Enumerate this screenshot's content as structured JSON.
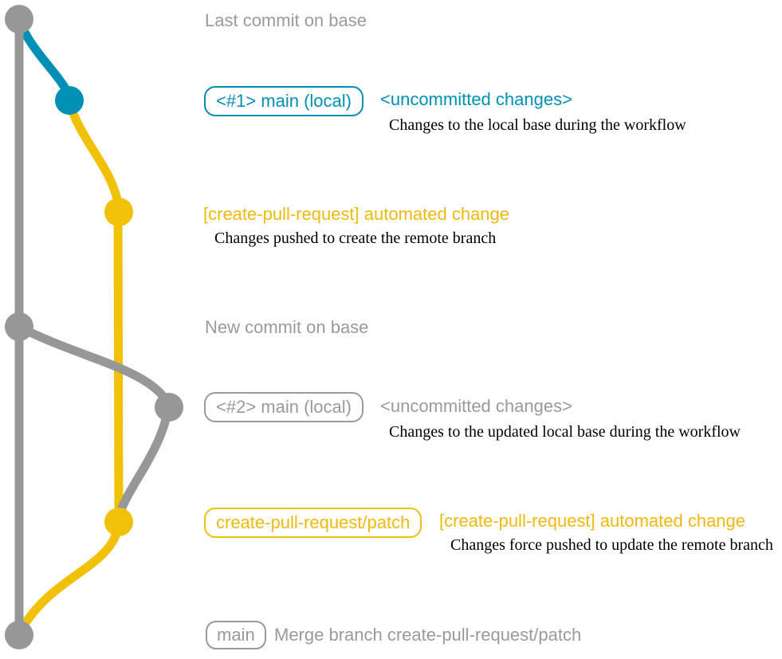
{
  "colors": {
    "base_gray": "#979797",
    "blue": "#008fb5",
    "yellow": "#f1c109",
    "label_gray": "#9a9a9a",
    "desc_black": "#000000",
    "background": "#ffffff"
  },
  "diagram": {
    "rows": {
      "last_commit": {
        "label": "Last commit on base"
      },
      "local_1": {
        "badge": "<#1> main (local)",
        "title": "<uncommitted changes>",
        "desc": "Changes to the local base during the workflow"
      },
      "push_1": {
        "title": "[create-pull-request] automated change",
        "desc": "Changes pushed to create the remote branch"
      },
      "new_commit": {
        "label": "New commit on base"
      },
      "local_2": {
        "badge": "<#2> main (local)",
        "title": "<uncommitted changes>",
        "desc": "Changes to the updated local base during the workflow"
      },
      "push_2": {
        "badge": "create-pull-request/patch",
        "title": "[create-pull-request] automated change",
        "desc": "Changes force pushed to update the remote branch"
      },
      "merge": {
        "badge": "main",
        "label": "Merge branch create-pull-request/patch"
      }
    }
  }
}
